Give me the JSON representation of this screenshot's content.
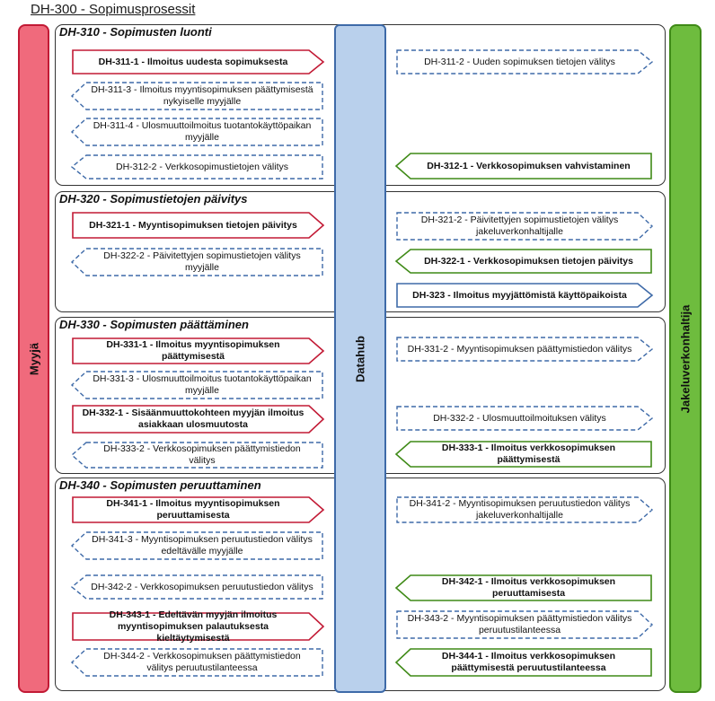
{
  "title": "DH-300 - Sopimusprosessit",
  "lanes": {
    "left": "Myyjä",
    "middle": "Datahub",
    "right": "Jakeluverkonhaltija"
  },
  "colors": {
    "seller": "#c21a35",
    "grid_operator": "#3f8a17",
    "datahub": "#3e6aa8",
    "dashed": "#3e6aa8"
  },
  "groups": [
    {
      "title": "DH-310 - Sopimusten luonti"
    },
    {
      "title": "DH-320 - Sopimustietojen päivitys"
    },
    {
      "title": "DH-330 - Sopimusten päättäminen"
    },
    {
      "title": "DH-340 - Sopimusten peruuttaminen"
    }
  ],
  "boxes": [
    {
      "text": "DH-311-1 - Ilmoitus uudesta sopimuksesta",
      "style": "solid-red",
      "dir": "right",
      "bold": true
    },
    {
      "text": "DH-311-3 - Ilmoitus myyntisopimuksen päättymisestä nykyiselle myyjälle",
      "style": "dashed",
      "dir": "left",
      "bold": false
    },
    {
      "text": "DH-311-4 - Ulosmuuttoilmoitus tuotantokäyttöpaikan myyjälle",
      "style": "dashed",
      "dir": "left",
      "bold": false
    },
    {
      "text": "DH-312-2 - Verkkosopimustietojen välitys",
      "style": "dashed",
      "dir": "left",
      "bold": false
    },
    {
      "text": "DH-311-2 - Uuden sopimuksen tietojen välitys",
      "style": "dashed",
      "dir": "right",
      "bold": false
    },
    {
      "text": "DH-312-1 - Verkkosopimuksen vahvistaminen",
      "style": "solid-green",
      "dir": "left",
      "bold": true
    },
    {
      "text": "DH-321-1 - Myyntisopimuksen tietojen päivitys",
      "style": "solid-red",
      "dir": "right",
      "bold": true
    },
    {
      "text": "DH-322-2 - Päivitettyjen sopimustietojen välitys myyjälle",
      "style": "dashed",
      "dir": "left",
      "bold": false
    },
    {
      "text": "DH-321-2 - Päivitettyjen sopimustietojen välitys jakeluverkonhaltijalle",
      "style": "dashed",
      "dir": "right",
      "bold": false
    },
    {
      "text": "DH-322-1 - Verkkosopimuksen tietojen päivitys",
      "style": "solid-green",
      "dir": "left",
      "bold": true
    },
    {
      "text": "DH-323 - Ilmoitus myyjättömistä käyttöpaikoista",
      "style": "solid-blue",
      "dir": "right",
      "bold": true
    },
    {
      "text": "DH-331-1 - Ilmoitus myyntisopimuksen päättymisestä",
      "style": "solid-red",
      "dir": "right",
      "bold": true
    },
    {
      "text": "DH-331-3 - Ulosmuuttoilmoitus tuotantokäyttöpaikan myyjälle",
      "style": "dashed",
      "dir": "left",
      "bold": false
    },
    {
      "text": "DH-332-1 - Sisäänmuuttokohteen myyjän ilmoitus asiakkaan ulosmuutosta",
      "style": "solid-red",
      "dir": "right",
      "bold": true
    },
    {
      "text": "DH-333-2 - Verkkosopimuksen päättymistiedon välitys",
      "style": "dashed",
      "dir": "left",
      "bold": false
    },
    {
      "text": "DH-331-2 - Myyntisopimuksen päättymistiedon välitys",
      "style": "dashed",
      "dir": "right",
      "bold": false
    },
    {
      "text": "DH-332-2 - Ulosmuuttoilmoituksen välitys",
      "style": "dashed",
      "dir": "right",
      "bold": false
    },
    {
      "text": "DH-333-1 - Ilmoitus verkkosopimuksen päättymisestä",
      "style": "solid-green",
      "dir": "left",
      "bold": true
    },
    {
      "text": "DH-341-1 - Ilmoitus myyntisopimuksen peruuttamisesta",
      "style": "solid-red",
      "dir": "right",
      "bold": true
    },
    {
      "text": "DH-341-3 - Myyntisopimuksen peruutustiedon välitys edeltävälle myyjälle",
      "style": "dashed",
      "dir": "left",
      "bold": false
    },
    {
      "text": "DH-342-2 - Verkkosopimuksen peruutustiedon välitys",
      "style": "dashed",
      "dir": "left",
      "bold": false
    },
    {
      "text": "DH-343-1 - Edeltävän myyjän ilmoitus myyntisopimuksen palautuksesta kieltäytymisestä",
      "style": "solid-red",
      "dir": "right",
      "bold": true
    },
    {
      "text": "DH-344-2 - Verkkosopimuksen päättymistiedon välitys peruutustilanteessa",
      "style": "dashed",
      "dir": "left",
      "bold": false
    },
    {
      "text": "DH-341-2 - Myyntisopimuksen peruutustiedon välitys jakeluverkonhaltijalle",
      "style": "dashed",
      "dir": "right",
      "bold": false
    },
    {
      "text": "DH-342-1 - Ilmoitus verkkosopimuksen peruuttamisesta",
      "style": "solid-green",
      "dir": "left",
      "bold": true
    },
    {
      "text": "DH-343-2 - Myyntisopimuksen päättymistiedon välitys peruutustilanteessa",
      "style": "dashed",
      "dir": "right",
      "bold": false
    },
    {
      "text": "DH-344-1 - Ilmoitus verkkosopimuksen päättymisestä peruutustilanteessa",
      "style": "solid-green",
      "dir": "left",
      "bold": true
    }
  ]
}
